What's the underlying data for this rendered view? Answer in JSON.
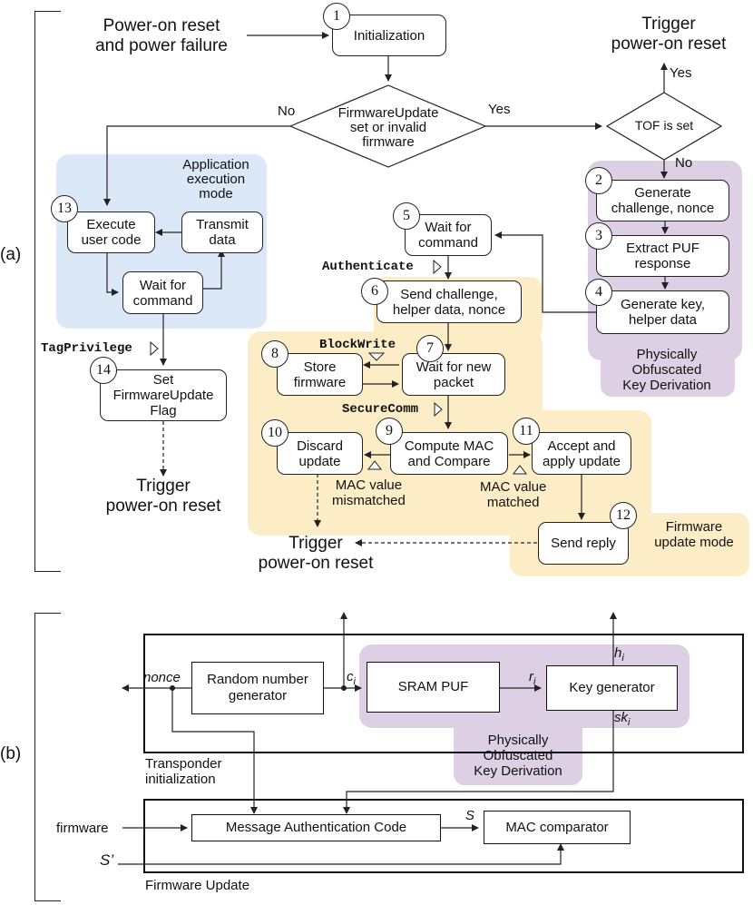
{
  "part_a": {
    "label": "(a)",
    "external": {
      "power_on_reset": "Power-on reset\nand power failure",
      "trigger_top_right": "Trigger\npower-on reset",
      "trigger_left": "Trigger\npower-on reset",
      "trigger_bottom": "Trigger\npower-on reset"
    },
    "decisions": {
      "firmware_update": "FirmwareUpdate\nset or invalid\nfirmware",
      "tof": "TOF is set"
    },
    "branch_labels": {
      "no_left": "No",
      "yes_right": "Yes",
      "yes_up": "Yes",
      "no_down": "No"
    },
    "steps": [
      {
        "num": "1",
        "text": "Initialization"
      },
      {
        "num": "2",
        "text": "Generate\nchallenge, nonce"
      },
      {
        "num": "3",
        "text": "Extract PUF\nresponse"
      },
      {
        "num": "4",
        "text": "Generate key,\nhelper data"
      },
      {
        "num": "5",
        "text": "Wait for\ncommand"
      },
      {
        "num": "6",
        "text": "Send challenge,\nhelper data, nonce"
      },
      {
        "num": "7",
        "text": "Wait for new\npacket"
      },
      {
        "num": "8",
        "text": "Store\nfirmware"
      },
      {
        "num": "9",
        "text": "Compute MAC\nand Compare"
      },
      {
        "num": "10",
        "text": "Discard\nupdate"
      },
      {
        "num": "11",
        "text": "Accept and\napply update"
      },
      {
        "num": "12",
        "text": "Send reply"
      },
      {
        "num": "13",
        "text": "Execute\nuser code"
      },
      {
        "num": "14",
        "text": "Set\nFirmwareUpdate\nFlag"
      }
    ],
    "unnumbered": {
      "transmit": "Transmit\ndata",
      "wait_app": "Wait for\ncommand"
    },
    "commands": {
      "authenticate": "Authenticate",
      "blockwrite": "BlockWrite",
      "securecomm": "SecureComm",
      "tagprivilege": "TagPrivilege"
    },
    "notes": {
      "mismatched": "MAC value\nmismatched",
      "matched": "MAC value\nmatched"
    },
    "regions": {
      "application": "Application\nexecution\nmode",
      "pokd": "Physically\nObfuscated\nKey Derivation",
      "firmware": "Firmware\nupdate mode"
    }
  },
  "part_b": {
    "label": "(b)",
    "blocks": {
      "rng": "Random number\ngenerator",
      "sram": "SRAM PUF",
      "keygen": "Key generator",
      "mac": "Message Authentication Code",
      "maccomp": "MAC comparator"
    },
    "signals": {
      "nonce": "nonce",
      "ci": "c",
      "ci_sub": "i",
      "ri": "r",
      "ri_sub": "i",
      "hi": "h",
      "hi_sub": "i",
      "ski": "sk",
      "ski_sub": "i",
      "s": "S",
      "s_prime": "S’",
      "firmware": "firmware"
    },
    "region_labels": {
      "pokd": "Physically\nObfuscated\nKey Derivation",
      "transponder": "Transponder\ninitialization",
      "firmware_update": "Firmware Update"
    }
  },
  "colors": {
    "blue_region": "#dbe8f8",
    "purple_region": "#ddd0e4",
    "yellow_region": "#fdedc6"
  }
}
